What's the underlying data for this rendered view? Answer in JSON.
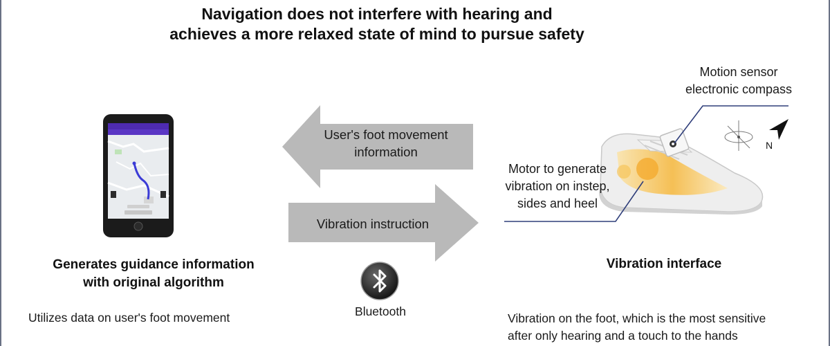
{
  "title": {
    "line1": "Navigation does not interfere with hearing and",
    "line2": "achieves a more relaxed state of mind to pursue safety"
  },
  "arrows": {
    "left": {
      "line1": "User's foot movement",
      "line2": "information"
    },
    "right": {
      "label": "Vibration instruction"
    }
  },
  "phone": {
    "caption_line1": "Generates guidance information",
    "caption_line2": "with original algorithm",
    "description": "Utilizes data on user's foot movement"
  },
  "bluetooth": {
    "label": "Bluetooth",
    "icon": "bluetooth-icon"
  },
  "shoe": {
    "sensor_line1": "Motion sensor",
    "sensor_line2": "electronic compass",
    "motor_line1": "Motor to generate",
    "motor_line2": "vibration on instep,",
    "motor_line3": "sides and heel",
    "compass_letter": "N",
    "title": "Vibration interface",
    "desc_line1": "Vibration on the foot, which is the most sensitive",
    "desc_line2": "after only hearing and a touch to the hands"
  },
  "colors": {
    "arrow": "#b9b9b9",
    "callout_line": "#2f3e7a",
    "frame": "#6a7184",
    "phone_header": "#4e2bb0",
    "route": "#3b3bd6"
  }
}
